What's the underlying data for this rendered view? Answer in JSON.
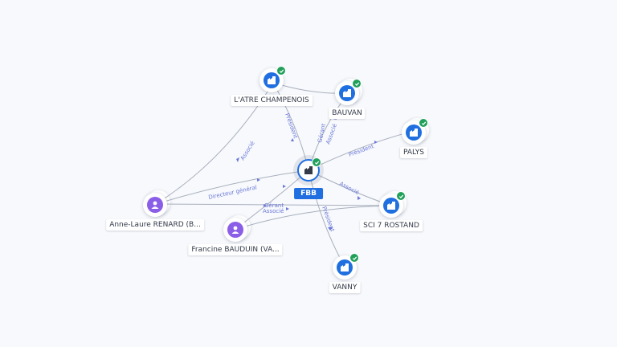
{
  "graph": {
    "center": {
      "label": "FBB"
    },
    "nodes": {
      "latre": {
        "label": "L'ATRE CHAMPENOIS",
        "icon": "company-icon",
        "verified": true
      },
      "bauvan": {
        "label": "BAUVAN",
        "icon": "company-icon",
        "verified": true
      },
      "palys": {
        "label": "PALYS",
        "icon": "company-icon",
        "verified": true
      },
      "sci": {
        "label": "SCI 7 ROSTAND",
        "icon": "company-icon",
        "verified": true
      },
      "vanny": {
        "label": "VANNY",
        "icon": "company-icon",
        "verified": true
      },
      "anne": {
        "label": "Anne-Laure RENARD (B...",
        "icon": "person-icon",
        "verified": false
      },
      "francine": {
        "label": "Francine BAUDUIN (VA...",
        "icon": "person-icon",
        "verified": false
      }
    },
    "edge_labels": {
      "fbb_latre": "Président",
      "fbb_bauvan_1": "Gérant",
      "fbb_bauvan_2": "Associé",
      "fbb_palys": "Président",
      "fbb_sci": "Associé",
      "fbb_vanny": "Président",
      "anne_latre": "Associé",
      "anne_fbb": "Directeur général",
      "francine_fbb_1": "Gérant",
      "francine_fbb_2": "Associé"
    }
  },
  "colors": {
    "company": "#1f6fe0",
    "person": "#8a5ee6",
    "verified": "#21a05a",
    "edge": "#a9afbd",
    "edge_label": "#6b78d8"
  }
}
